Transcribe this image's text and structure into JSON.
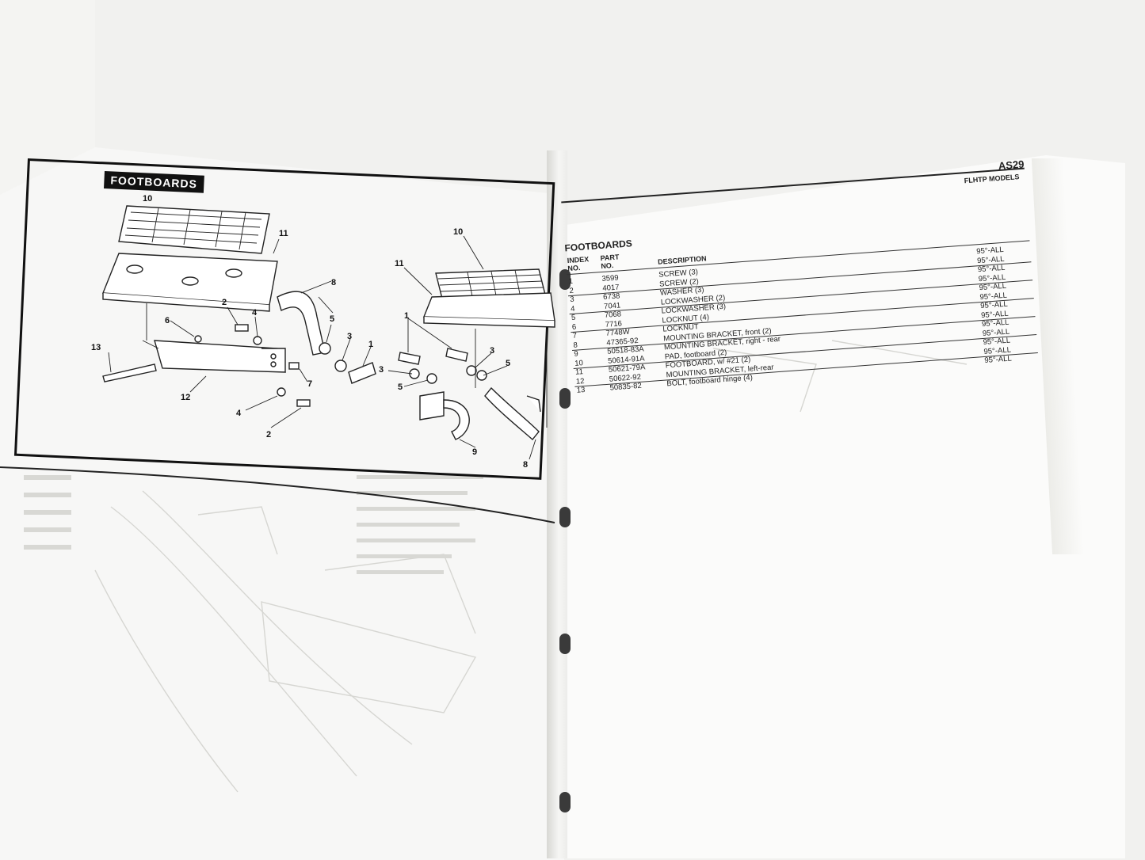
{
  "diagram": {
    "title": "FOOTBOARDS",
    "callouts": [
      "10",
      "11",
      "8",
      "2",
      "4",
      "6",
      "13",
      "12",
      "5",
      "3",
      "1",
      "7",
      "4",
      "2",
      "10",
      "11",
      "1",
      "3",
      "5",
      "3",
      "5",
      "9",
      "8"
    ]
  },
  "parts_table": {
    "page_id": "AS29",
    "title": "FOOTBOARDS",
    "header": {
      "index": "INDEX NO.",
      "part": "PART NO.",
      "description": "DESCRIPTION",
      "models": "FLHTP MODELS"
    },
    "rows": [
      {
        "index": "1",
        "part": "3599",
        "description": "SCREW (3)",
        "models": "95°-ALL"
      },
      {
        "index": "2",
        "part": "4017",
        "description": "SCREW (2)",
        "models": "95°-ALL"
      },
      {
        "index": "3",
        "part": "6738",
        "description": "WASHER (3)",
        "models": "95°-ALL"
      },
      {
        "index": "4",
        "part": "7041",
        "description": "LOCKWASHER (2)",
        "models": "95°-ALL"
      },
      {
        "index": "5",
        "part": "7068",
        "description": "LOCKWASHER (3)",
        "models": "95°-ALL"
      },
      {
        "index": "6",
        "part": "7716",
        "description": "LOCKNUT (4)",
        "models": "95°-ALL"
      },
      {
        "index": "7",
        "part": "7748W",
        "description": "LOCKNUT",
        "models": "95°-ALL"
      },
      {
        "index": "8",
        "part": "47365-92",
        "description": "MOUNTING BRACKET, front (2)",
        "models": "95°-ALL"
      },
      {
        "index": "9",
        "part": "50518-83A",
        "description": "MOUNTING BRACKET, right - rear",
        "models": "95°-ALL"
      },
      {
        "index": "10",
        "part": "50614-91A",
        "description": "PAD, footboard (2)",
        "models": "95°-ALL"
      },
      {
        "index": "11",
        "part": "50621-79A",
        "description": "FOOTBOARD, w/ #21 (2)",
        "models": "95°-ALL"
      },
      {
        "index": "12",
        "part": "50622-92",
        "description": "MOUNTING BRACKET, left-rear",
        "models": "95°-ALL"
      },
      {
        "index": "13",
        "part": "50835-82",
        "description": "BOLT, footboard hinge (4)",
        "models": "95°-ALL"
      }
    ]
  },
  "colors": {
    "ink": "#111111",
    "paper": "#fbfbfa",
    "binder_hole": "#3a3a3a"
  }
}
